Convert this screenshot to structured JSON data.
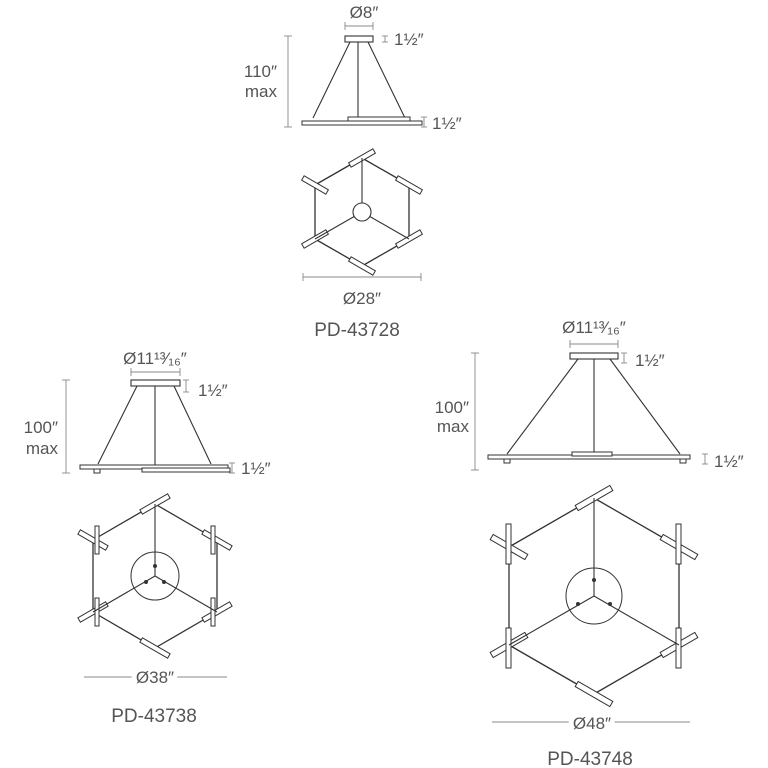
{
  "fixtures": [
    {
      "model": "PD-43728",
      "canopy_diameter": "Ø8″",
      "canopy_height": "1½″",
      "bar_height": "1½″",
      "max_height_value": "110″",
      "max_height_unit": "max",
      "overall_diameter": "Ø28″"
    },
    {
      "model": "PD-43738",
      "canopy_diameter": "Ø11¹³⁄₁₆″",
      "canopy_height": "1½″",
      "bar_height": "1½″",
      "max_height_value": "100″",
      "max_height_unit": "max",
      "overall_diameter": "Ø38″"
    },
    {
      "model": "PD-43748",
      "canopy_diameter": "Ø11¹³⁄₁₆″",
      "canopy_height": "1½″",
      "bar_height": "1½″",
      "max_height_value": "100″",
      "max_height_unit": "max",
      "overall_diameter": "Ø48″"
    }
  ]
}
